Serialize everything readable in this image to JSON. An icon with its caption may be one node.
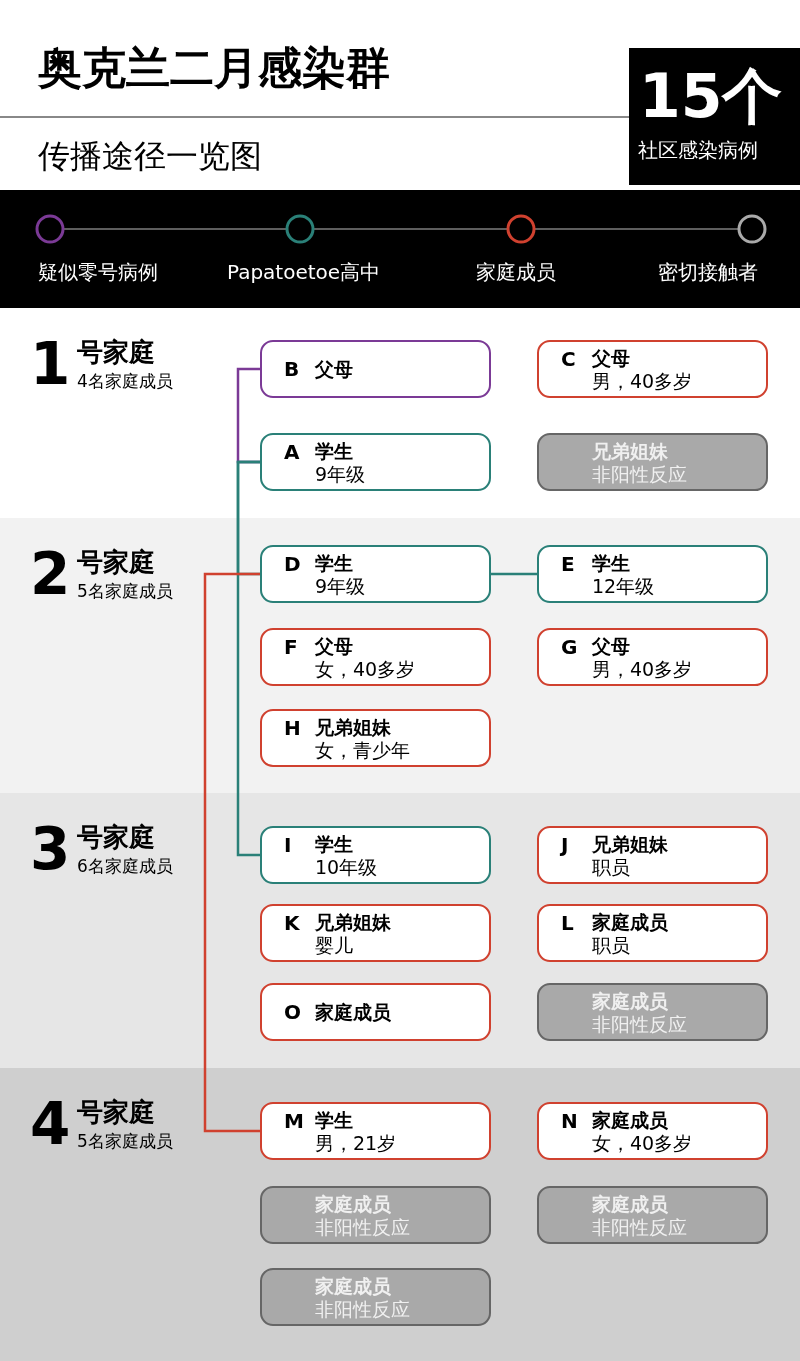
{
  "diagram": {
    "title": "奥克兰二月感染群",
    "nodes": [
      {
        "text": [
          "1",
          "号家庭",
          "4名家庭成员"
        ]
      },
      {
        "text": [
          "B",
          "父母"
        ],
        "in": 0
      },
      {
        "text": [
          "C",
          "父母",
          "男，40多岁"
        ],
        "in": 0
      },
      {
        "text": [
          "A",
          "学生",
          "9年级"
        ],
        "in": 0
      },
      {
        "text": [
          "兄弟姐妹",
          "非阳性反应"
        ],
        "in": 0
      },
      {
        "text": [
          "2",
          "号家庭",
          "5名家庭成员"
        ]
      },
      {
        "text": [
          "D",
          "学生",
          "9年级"
        ],
        "in": 5
      },
      {
        "text": [
          "E",
          "学生",
          "12年级"
        ],
        "in": 5
      },
      {
        "text": [
          "F",
          "父母",
          "女，40多岁"
        ],
        "in": 5
      },
      {
        "text": [
          "G",
          "父母",
          "男，40多岁"
        ],
        "in": 5
      },
      {
        "text": [
          "H",
          "兄弟姐妹",
          "女，青少年"
        ],
        "in": 5
      },
      {
        "text": [
          "3",
          "号家庭",
          "6名家庭成员"
        ]
      },
      {
        "text": [
          "I",
          "学生",
          "10年级"
        ],
        "in": 11
      },
      {
        "text": [
          "J",
          "兄弟姐妹",
          "职员"
        ],
        "in": 11
      },
      {
        "text": [
          "K",
          "兄弟姐妹",
          "婴儿"
        ],
        "in": 11
      },
      {
        "text": [
          "L",
          "家庭成员",
          "职员"
        ],
        "in": 11
      },
      {
        "text": [
          "O",
          "家庭成员"
        ],
        "in": 11
      },
      {
        "text": [
          "家庭成员",
          "非阳性反应"
        ],
        "in": 11
      },
      {
        "text": [
          "4",
          "号家庭",
          "5名家庭成员"
        ]
      },
      {
        "text": [
          "M",
          "学生",
          "男，21岁"
        ],
        "in": 18
      },
      {
        "text": [
          "N",
          "家庭成员",
          "女，40多岁"
        ],
        "in": 18
      },
      {
        "text": [
          "家庭成员",
          "非阳性反应"
        ],
        "in": 18
      },
      {
        "text": [
          "家庭成员",
          "非阳性反应"
        ],
        "in": 18
      },
      {
        "text": [
          "家庭成员",
          "非阳性反应"
        ],
        "in": 18
      }
    ],
    "edges": [
      {
        "from": 1,
        "to": 3,
        "arrow": "none",
        "color": "#7b3a96"
      },
      {
        "from": 3,
        "to": 6,
        "arrow": "none"
      },
      {
        "from": 3,
        "to": 12,
        "arrow": "none"
      },
      {
        "from": 6,
        "to": 7,
        "arrow": "none"
      },
      {
        "from": 6,
        "to": 19,
        "arrow": "none",
        "color": "#d0412f"
      }
    ],
    "labels": [
      "传播途径一览图",
      "15个",
      "社区感染病例"
    ],
    "legend": [
      {
        "text": "疑似零号病例",
        "color": "#7b3a96"
      },
      {
        "text": "Papatoetoe高中",
        "color": "#2a8078"
      },
      {
        "text": "家庭成员",
        "color": "#d0412f"
      },
      {
        "text": "密切接触者",
        "color": "#aaaaaa"
      }
    ]
  }
}
